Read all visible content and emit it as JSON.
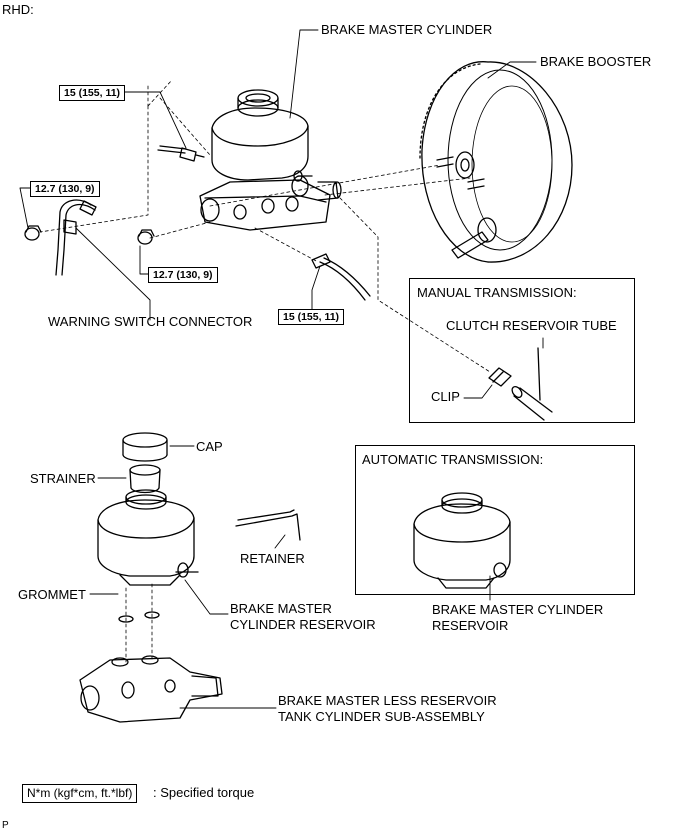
{
  "header": {
    "drive_side": "RHD:"
  },
  "labels": {
    "brake_master_cylinder": "BRAKE MASTER CYLINDER",
    "brake_booster": "BRAKE BOOSTER",
    "warning_switch_connector": "WARNING SWITCH CONNECTOR",
    "clutch_reservoir_tube": "CLUTCH RESERVOIR TUBE",
    "clip": "CLIP",
    "cap": "CAP",
    "strainer": "STRAINER",
    "retainer": "RETAINER",
    "grommet": "GROMMET",
    "reservoir_line1": "BRAKE MASTER",
    "reservoir_line2": "CYLINDER RESERVOIR",
    "at_reservoir_line1": "BRAKE MASTER CYLINDER",
    "at_reservoir_line2": "RESERVOIR",
    "sub_assembly_line1": "BRAKE MASTER LESS RESERVOIR",
    "sub_assembly_line2": "TANK CYLINDER SUB-ASSEMBLY"
  },
  "torques": {
    "brake_line_upper": "15 (155, 11)",
    "nut_left": "12.7 (130, 9)",
    "nut_lower": "12.7 (130, 9)",
    "brake_line_lower": "15 (155, 11)"
  },
  "insets": {
    "manual": "MANUAL TRANSMISSION:",
    "automatic": "AUTOMATIC TRANSMISSION:"
  },
  "legend": {
    "unit_box": "N*m (kgf*cm, ft.*lbf)",
    "description": ": Specified torque"
  },
  "footer": {
    "code": "P"
  }
}
